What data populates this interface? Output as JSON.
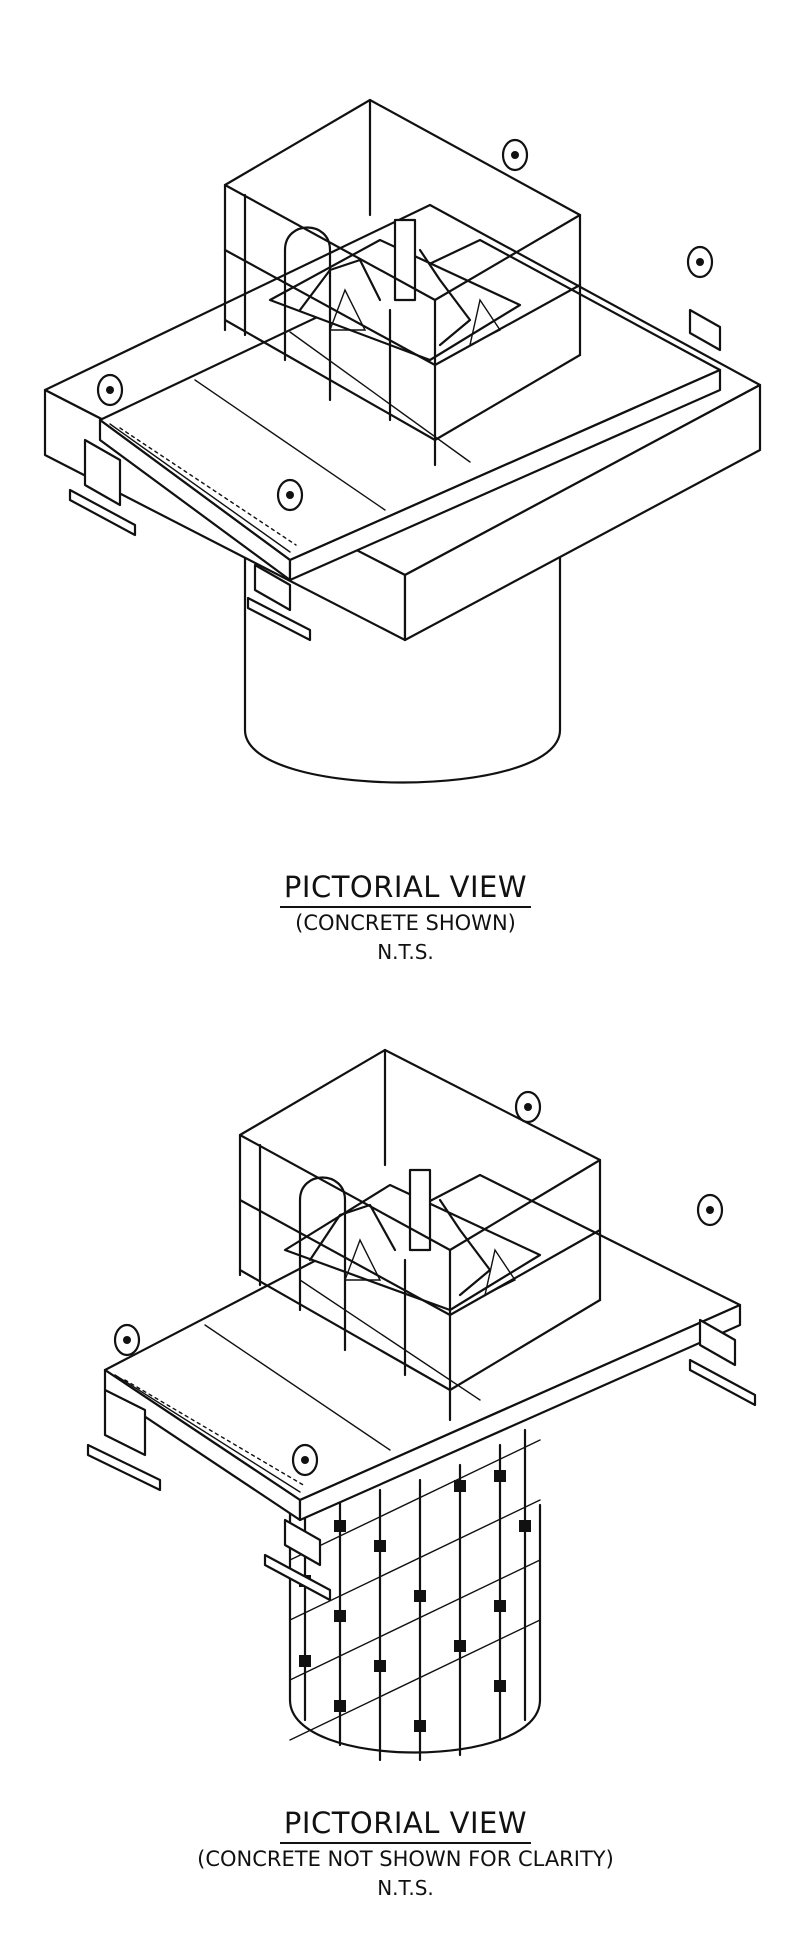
{
  "views": [
    {
      "title": "PICTORIAL VIEW",
      "subtitle": "(CONCRETE SHOWN)",
      "scale": "N.T.S."
    },
    {
      "title": "PICTORIAL VIEW",
      "subtitle": "(CONCRETE NOT SHOWN FOR CLARITY)",
      "scale": "N.T.S."
    }
  ]
}
